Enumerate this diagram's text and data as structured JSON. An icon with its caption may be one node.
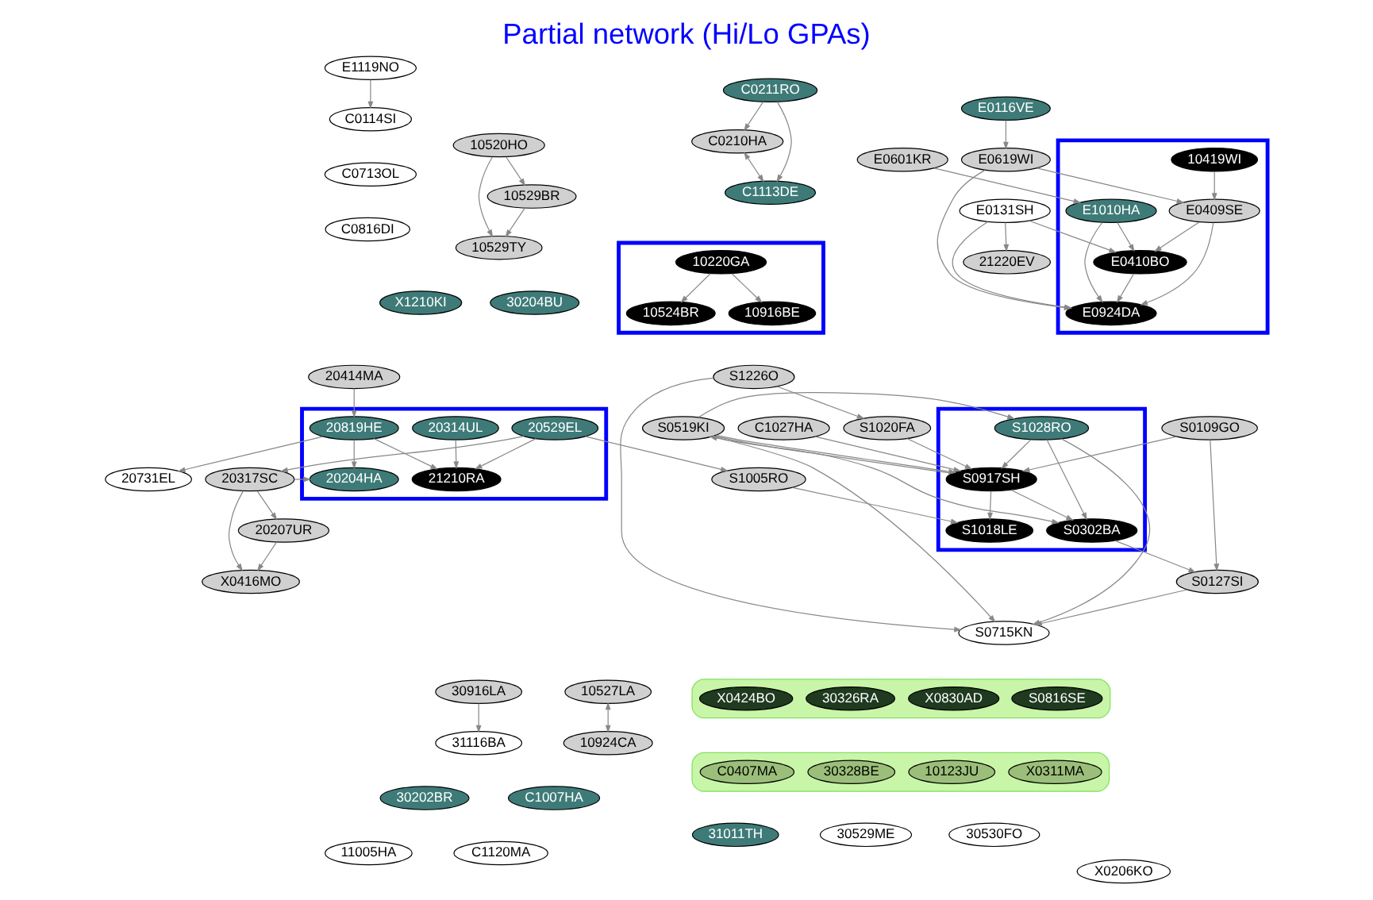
{
  "diagram": {
    "title": "Partial network (Hi/Lo GPAs)",
    "nodes": [
      {
        "text": [],
        "shape": "ellipse"
      },
      {
        "text": [
          "S0816SE"
        ],
        "in": 0
      },
      {
        "text": [
          "X0830AD"
        ],
        "in": 0
      },
      {
        "text": [
          "30326RA"
        ],
        "in": 0
      },
      {
        "text": [
          "X0424BO"
        ],
        "in": 0
      },
      {
        "text": [
          "30204BU"
        ]
      },
      {
        "text": [
          "30202BR"
        ]
      },
      {
        "text": [
          "X1210KI"
        ]
      },
      {
        "text": [
          "C1007HA"
        ]
      },
      {
        "text": [
          "31011TH"
        ]
      },
      {
        "text": [],
        "shape": "box"
      },
      {
        "text": [
          "10419WI"
        ],
        "in": 10
      },
      {
        "text": [
          "E0409SE"
        ],
        "in": 10
      },
      {
        "text": [
          "E1010HA"
        ],
        "in": 10
      },
      {
        "text": [
          "E0924DA"
        ],
        "in": 10
      },
      {
        "text": [
          "E0410BO"
        ],
        "in": 10
      },
      {
        "text": [
          "E0116VE"
        ]
      },
      {
        "text": [
          "E0601KR"
        ]
      },
      {
        "text": [
          "E0619WI"
        ]
      },
      {
        "text": [
          "E0131SH"
        ]
      },
      {
        "text": [
          "30916LA"
        ]
      },
      {
        "text": [
          "21220EV"
        ]
      },
      {
        "text": [
          "31116BA"
        ]
      },
      {
        "text": [
          "30529ME"
        ]
      },
      {
        "text": [
          "30530FO"
        ]
      },
      {
        "text": [
          "10527LA"
        ]
      },
      {
        "text": [
          "10924CA"
        ]
      },
      {
        "text": [
          "C0713OL"
        ]
      },
      {
        "text": [],
        "shape": "box"
      },
      {
        "text": [
          "10524BR"
        ],
        "in": 28
      },
      {
        "text": [
          "10220GA"
        ],
        "in": 28
      },
      {
        "text": [
          "10916BE"
        ],
        "in": 28
      },
      {
        "text": [
          "C0816DI"
        ]
      },
      {
        "text": [
          "11005HA"
        ]
      },
      {
        "text": [
          "C1120MA"
        ]
      },
      {
        "text": [
          "X0206KO"
        ]
      },
      {
        "text": [
          "10529TY"
        ]
      },
      {
        "text": [
          "10529BR"
        ]
      },
      {
        "text": [
          "10520HO"
        ]
      },
      {
        "text": [
          "E1119NO"
        ]
      },
      {
        "text": [
          "C0114SI"
        ]
      },
      {
        "text": [
          "20414MA"
        ]
      },
      {
        "text": [
          "20731EL"
        ]
      },
      {
        "text": [],
        "shape": "box"
      },
      {
        "text": [
          "20819HE"
        ],
        "in": 43
      },
      {
        "text": [
          "20314UL"
        ],
        "in": 43
      },
      {
        "text": [
          "20204HA"
        ],
        "in": 43
      },
      {
        "text": [
          "21210RA"
        ],
        "in": 43
      },
      {
        "text": [
          "20529EL"
        ],
        "in": 43
      },
      {
        "text": [
          "X0416MO"
        ]
      },
      {
        "text": [
          "20317SC"
        ]
      },
      {
        "text": [
          "20207UR"
        ]
      },
      {
        "text": [
          "S1005RO"
        ]
      },
      {
        "text": [],
        "shape": "box"
      },
      {
        "text": [
          "S1018LE"
        ],
        "in": 53
      },
      {
        "text": [
          "S1020FA"
        ]
      },
      {
        "text": [
          "S0917SH"
        ],
        "in": 53
      },
      {
        "text": [
          "S1226O"
        ]
      },
      {
        "text": [
          "C1027HA"
        ]
      },
      {
        "text": [
          "S1028RO"
        ],
        "in": 53
      },
      {
        "text": [
          "S0302BA"
        ],
        "in": 53
      },
      {
        "text": [
          "S0109GO"
        ]
      },
      {
        "text": [
          "S0519KI"
        ]
      },
      {
        "text": [
          "S0715KN"
        ]
      },
      {
        "text": [
          "S0127SI"
        ]
      },
      {
        "text": [
          "C0210HA"
        ]
      },
      {
        "text": [
          "C1113DE"
        ]
      },
      {
        "text": [
          "C0211RO"
        ]
      },
      {
        "text": [],
        "shape": "ellipse"
      },
      {
        "text": [
          "X0311MA"
        ],
        "in": 68
      },
      {
        "text": [
          "10123JU"
        ],
        "in": 68
      },
      {
        "text": [
          "30328BE"
        ],
        "in": 68
      },
      {
        "text": [
          "C0407MA"
        ],
        "in": 68
      }
    ],
    "edges": [
      {
        "from": 11,
        "to": 12,
        "arrow": "to"
      },
      {
        "from": 12,
        "to": 14,
        "arrow": "to"
      },
      {
        "from": 12,
        "to": 15,
        "arrow": "to"
      },
      {
        "from": 13,
        "to": 14,
        "arrow": "to"
      },
      {
        "from": 13,
        "to": 15,
        "arrow": "to"
      },
      {
        "from": 15,
        "to": 14,
        "arrow": "to"
      },
      {
        "from": 16,
        "to": 18,
        "arrow": "to"
      },
      {
        "from": 18,
        "to": 12,
        "arrow": "to"
      },
      {
        "from": 18,
        "to": 14,
        "arrow": "to"
      },
      {
        "from": 17,
        "to": 13,
        "arrow": "to"
      },
      {
        "from": 19,
        "to": 15,
        "arrow": "to"
      },
      {
        "from": 19,
        "to": 14,
        "arrow": "to"
      },
      {
        "from": 19,
        "to": 21,
        "arrow": "to"
      },
      {
        "from": 20,
        "to": 22,
        "arrow": "to"
      },
      {
        "from": 25,
        "to": 26,
        "arrow": "both"
      },
      {
        "from": 30,
        "to": 29,
        "arrow": "to"
      },
      {
        "from": 30,
        "to": 31,
        "arrow": "to"
      },
      {
        "from": 38,
        "to": 37,
        "arrow": "to"
      },
      {
        "from": 38,
        "to": 36,
        "arrow": "to"
      },
      {
        "from": 37,
        "to": 36,
        "arrow": "to"
      },
      {
        "from": 39,
        "to": 40,
        "arrow": "to"
      },
      {
        "from": 41,
        "to": 44,
        "arrow": "to"
      },
      {
        "from": 44,
        "to": 42,
        "arrow": "to"
      },
      {
        "from": 44,
        "to": 47,
        "arrow": "to"
      },
      {
        "from": 44,
        "to": 46,
        "arrow": "to"
      },
      {
        "from": 45,
        "to": 47,
        "arrow": "to"
      },
      {
        "from": 48,
        "to": 47,
        "arrow": "to"
      },
      {
        "from": 50,
        "to": 46,
        "arrow": "to"
      },
      {
        "from": 50,
        "to": 49,
        "arrow": "to"
      },
      {
        "from": 50,
        "to": 51,
        "arrow": "to"
      },
      {
        "from": 51,
        "to": 49,
        "arrow": "to"
      },
      {
        "from": 48,
        "to": 50,
        "arrow": "to"
      },
      {
        "from": 48,
        "to": 52,
        "arrow": "to"
      },
      {
        "from": 52,
        "to": 54,
        "arrow": "to"
      },
      {
        "from": 56,
        "to": 54,
        "arrow": "to"
      },
      {
        "from": 55,
        "to": 56,
        "arrow": "to"
      },
      {
        "from": 57,
        "to": 55,
        "arrow": "to"
      },
      {
        "from": 57,
        "to": 63,
        "arrow": "to"
      },
      {
        "from": 59,
        "to": 56,
        "arrow": "to"
      },
      {
        "from": 59,
        "to": 60,
        "arrow": "to"
      },
      {
        "from": 62,
        "to": 56,
        "arrow": "to"
      },
      {
        "from": 62,
        "to": 60,
        "arrow": "to"
      },
      {
        "from": 62,
        "to": 59,
        "arrow": "to"
      },
      {
        "from": 56,
        "to": 60,
        "arrow": "to"
      },
      {
        "from": 61,
        "to": 56,
        "arrow": "to"
      },
      {
        "from": 61,
        "to": 64,
        "arrow": "to"
      },
      {
        "from": 58,
        "to": 56,
        "arrow": "to"
      },
      {
        "from": 59,
        "to": 63,
        "arrow": "to"
      },
      {
        "from": 62,
        "to": 63,
        "arrow": "to"
      },
      {
        "from": 64,
        "to": 63,
        "arrow": "to"
      },
      {
        "from": 60,
        "to": 64,
        "arrow": "to"
      },
      {
        "from": 56,
        "to": 62,
        "arrow": "to"
      },
      {
        "from": 65,
        "to": 66,
        "arrow": "both"
      },
      {
        "from": 67,
        "to": 65,
        "arrow": "to"
      },
      {
        "from": 67,
        "to": 66,
        "arrow": "to"
      }
    ]
  }
}
